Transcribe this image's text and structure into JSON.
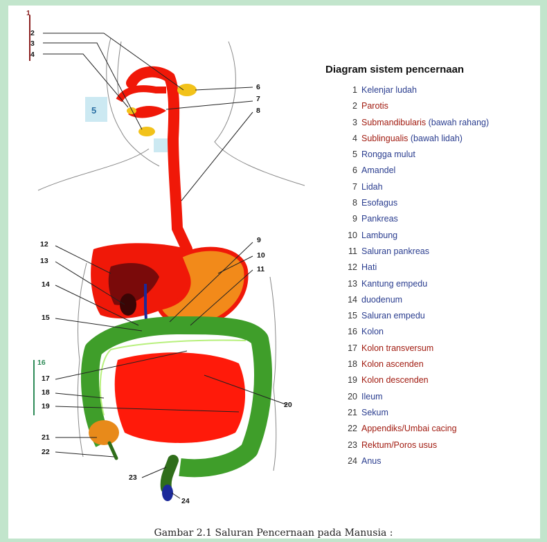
{
  "diagram": {
    "title": "Diagram sistem pencernaan",
    "legend": [
      {
        "num": "1",
        "name": "Kelenjar ludah",
        "color": "#2a3d8f"
      },
      {
        "num": "2",
        "name": "Parotis",
        "color": "#a11b10"
      },
      {
        "num": "3",
        "name": "Submandibularis",
        "extra": " (bawah rahang)",
        "color": "#a11b10"
      },
      {
        "num": "4",
        "name": "Sublingualis",
        "extra": " (bawah lidah)",
        "color": "#a11b10"
      },
      {
        "num": "5",
        "name": "Rongga mulut",
        "color": "#2a3d8f"
      },
      {
        "num": "6",
        "name": "Amandel",
        "color": "#2a3d8f"
      },
      {
        "num": "7",
        "name": "Lidah",
        "color": "#2a3d8f"
      },
      {
        "num": "8",
        "name": "Esofagus",
        "color": "#2a3d8f"
      },
      {
        "num": "9",
        "name": "Pankreas",
        "color": "#2a3d8f"
      },
      {
        "num": "10",
        "name": "Lambung",
        "color": "#2a3d8f"
      },
      {
        "num": "11",
        "name": "Saluran pankreas",
        "color": "#2a3d8f"
      },
      {
        "num": "12",
        "name": "Hati",
        "color": "#2a3d8f"
      },
      {
        "num": "13",
        "name": "Kantung empedu",
        "color": "#2a3d8f"
      },
      {
        "num": "14",
        "name": "duodenum",
        "color": "#2a3d8f"
      },
      {
        "num": "15",
        "name": "Saluran empedu",
        "color": "#2a3d8f"
      },
      {
        "num": "16",
        "name": "Kolon",
        "color": "#2a3d8f"
      },
      {
        "num": "17",
        "name": "Kolon transversum",
        "color": "#a11b10"
      },
      {
        "num": "18",
        "name": "Kolon ascenden",
        "color": "#a11b10"
      },
      {
        "num": "19",
        "name": "Kolon descenden",
        "color": "#a11b10"
      },
      {
        "num": "20",
        "name": "Ileum",
        "color": "#2a3d8f"
      },
      {
        "num": "21",
        "name": "Sekum",
        "color": "#2a3d8f"
      },
      {
        "num": "22",
        "name": "Appendiks/Umbai cacing",
        "color": "#a11b10"
      },
      {
        "num": "23",
        "name": "Rektum/Poros usus",
        "color": "#a11b10"
      },
      {
        "num": "24",
        "name": "Anus",
        "color": "#2a3d8f"
      }
    ],
    "labels": [
      "1",
      "2",
      "3",
      "4",
      "5",
      "6",
      "7",
      "8",
      "9",
      "10",
      "11",
      "12",
      "13",
      "14",
      "15",
      "16",
      "17",
      "18",
      "19",
      "20",
      "21",
      "22",
      "23",
      "24"
    ],
    "colors": {
      "organ_red": "#f01808",
      "liver_dark": "#7a0a0a",
      "stomach_orange": "#f28a1a",
      "colon_green": "#3f9e2a",
      "small_intestine": "#ff1a0a",
      "gland_yellow": "#f2c21a",
      "bile_blue": "#1c2a9a"
    }
  },
  "caption": "Gambar 2.1 Saluran  Pencernaan pada Manusia :"
}
